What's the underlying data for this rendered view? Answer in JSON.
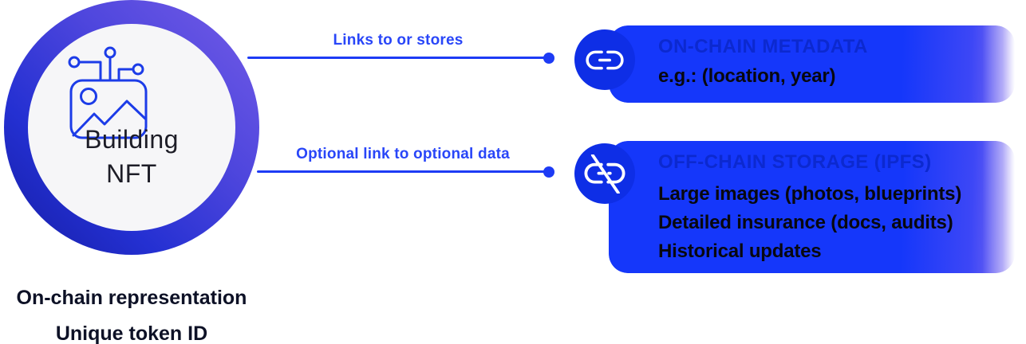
{
  "palette": {
    "box-blue": "#1537FA",
    "badge-blue": "#0E2EE6",
    "accent-blue": "#1D3BF5",
    "label-blue": "#2946F8",
    "title-faint-blue": "#0C29CF",
    "text-dark": "#08080F",
    "heading-dark": "#1D1D27",
    "footer-dark": "#0D1126",
    "icon-blue": "#1C3CE8",
    "inner-circle": "#F6F6F8",
    "ring-from": "#6F59E6",
    "ring-mid": "#2430D2",
    "ring-to": "#151DA5"
  },
  "nft": {
    "label_line1": "Building",
    "label_line2": "NFT",
    "icon": "nft-image-icon"
  },
  "connections": [
    {
      "label": "Links to or stores"
    },
    {
      "label": "Optional link to optional data"
    }
  ],
  "boxes": [
    {
      "icon": "link-icon",
      "title": "ON-CHAIN METADATA",
      "lines": [
        "e.g.: (location, year)"
      ]
    },
    {
      "icon": "broken-link-icon",
      "title": "OFF-CHAIN STORAGE (IPFS)",
      "lines": [
        "Large images (photos, blueprints)",
        "Detailed insurance (docs, audits)",
        "Historical updates"
      ]
    }
  ],
  "footer": {
    "line1": "On-chain representation",
    "line2": "Unique token ID"
  }
}
